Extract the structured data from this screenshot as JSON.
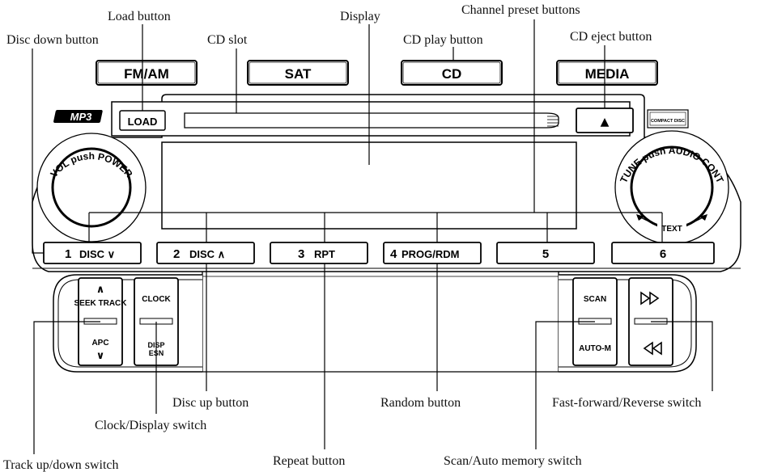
{
  "callouts": {
    "load_button": "Load button",
    "disc_down_button": "Disc down button",
    "cd_slot": "CD slot",
    "display": "Display",
    "channel_preset_buttons": "Channel preset buttons",
    "cd_play_button": "CD play button",
    "cd_eject_button": "CD eject button",
    "disc_up_button": "Disc up button",
    "random_button": "Random button",
    "fast_forward_reverse_switch": "Fast-forward/Reverse switch",
    "clock_display_switch": "Clock/Display switch",
    "repeat_button": "Repeat button",
    "scan_auto_memory_switch": "Scan/Auto memory switch",
    "track_up_down_switch": "Track up/down switch"
  },
  "source_buttons": {
    "fm_am": "FM/AM",
    "sat": "SAT",
    "cd": "CD",
    "media": "MEDIA"
  },
  "panel": {
    "mp3_logo": "MP3",
    "load": "LOAD",
    "eject_symbol": "▲",
    "compact_disc_logo": "COMPACT DISC",
    "vol_knob": "VOL push POWER",
    "tune_knob": "TUNE push AUDIO CONT",
    "text_label": "TEXT"
  },
  "presets": [
    {
      "num": "1",
      "label": "DISC ∨"
    },
    {
      "num": "2",
      "label": "DISC ∧"
    },
    {
      "num": "3",
      "label": "RPT"
    },
    {
      "num": "4",
      "label": "PROG/RDM"
    },
    {
      "num": "5",
      "label": ""
    },
    {
      "num": "6",
      "label": ""
    }
  ],
  "lower_buttons": {
    "seek_track_up": "∧",
    "seek_track": "SEEK TRACK",
    "apc": "APC",
    "apc_down": "∨",
    "clock": "CLOCK",
    "disp": "DISP",
    "esn": "ESN",
    "scan": "SCAN",
    "auto_m": "AUTO-M",
    "ff_icon": "fast-forward-icon",
    "rew_icon": "rewind-icon"
  }
}
